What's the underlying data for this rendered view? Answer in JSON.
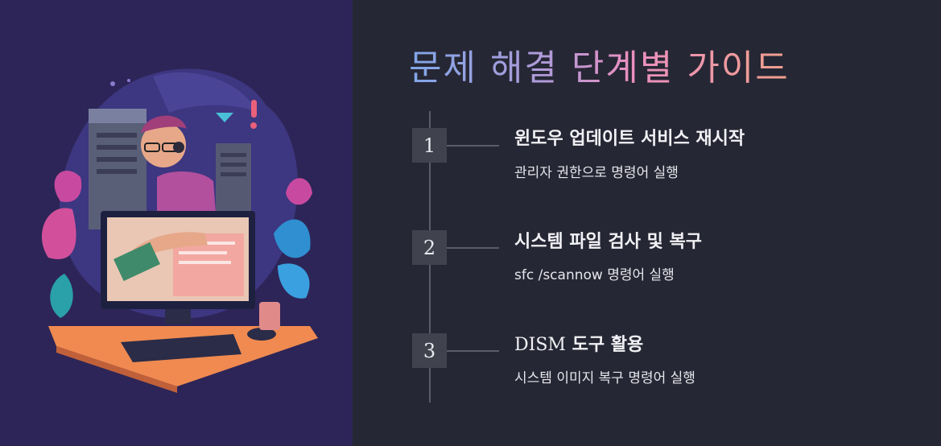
{
  "title": "문제 해결 단계별 가이드",
  "steps": [
    {
      "number": "1",
      "title": "윈도우 업데이트 서비스 재시작",
      "desc": "관리자 권한으로 명령어 실행"
    },
    {
      "number": "2",
      "title": "시스템 파일 검사 및 복구",
      "desc": "sfc /scannow 명령어 실행"
    },
    {
      "number": "3",
      "title_prefix": "DISM",
      "title_rest": " 도구 활용",
      "desc": "시스템 이미지 복구 명령어 실행"
    }
  ],
  "colors": {
    "left_bg": "#2d2557",
    "right_bg": "#262734",
    "title_gradient": [
      "#7fa6e8",
      "#b49ad8",
      "#e98fc0",
      "#f2a08c"
    ]
  }
}
